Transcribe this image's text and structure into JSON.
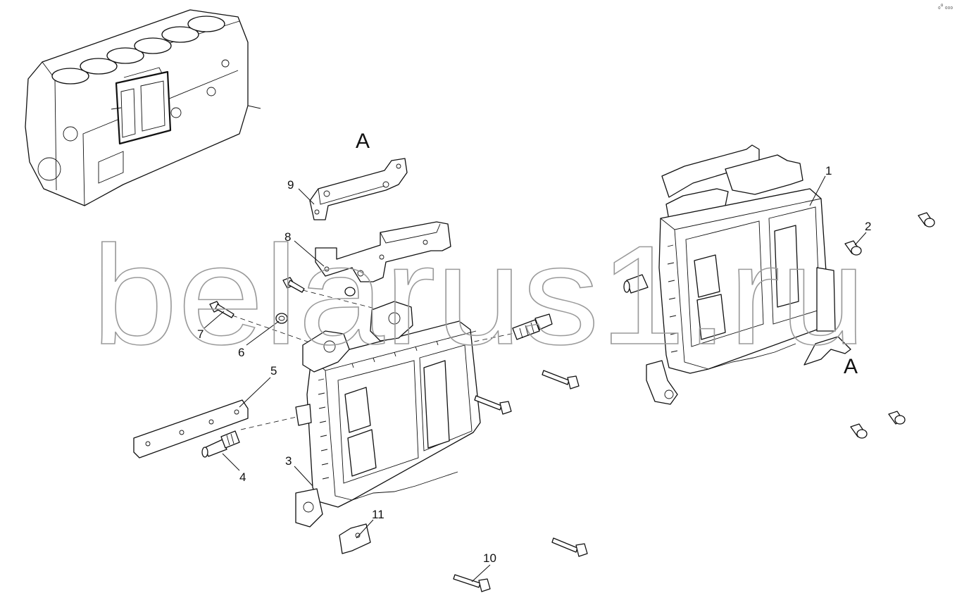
{
  "diagram": {
    "view_labels": {
      "top": "A",
      "right": "A"
    },
    "corner_mark": "₀⁰ ₀₀₀",
    "watermark": "belarus1.ru",
    "callouts": [
      {
        "id": "1",
        "text": "1"
      },
      {
        "id": "2",
        "text": "2"
      },
      {
        "id": "3",
        "text": "3"
      },
      {
        "id": "4",
        "text": "4"
      },
      {
        "id": "5",
        "text": "5"
      },
      {
        "id": "6",
        "text": "6"
      },
      {
        "id": "7",
        "text": "7"
      },
      {
        "id": "8",
        "text": "8"
      },
      {
        "id": "9",
        "text": "9"
      },
      {
        "id": "10",
        "text": "10"
      },
      {
        "id": "11",
        "text": "11"
      }
    ],
    "colors": {
      "line": "#111111",
      "watermark": "#9a9a9a",
      "background": "#ffffff"
    }
  }
}
